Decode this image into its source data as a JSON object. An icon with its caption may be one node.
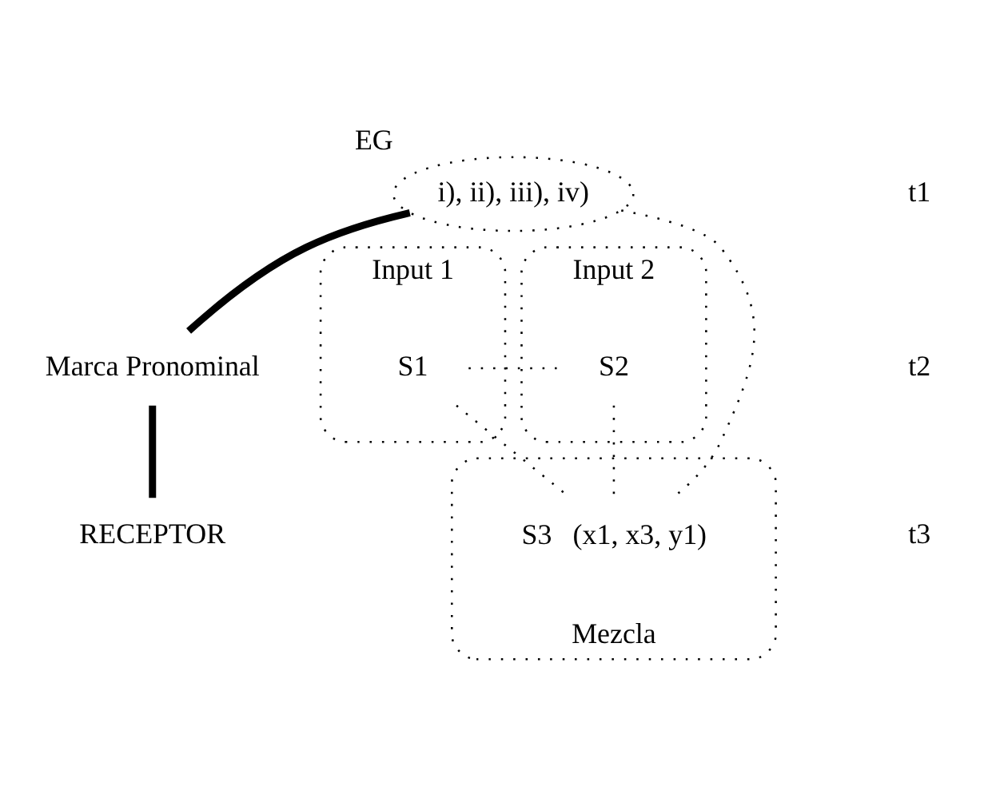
{
  "diagram": {
    "nodes": [
      {
        "text": [
          "i), ii), iii), iv)"
        ],
        "beside": [
          "EG"
        ]
      },
      {
        "text": [
          "Input 1"
        ]
      },
      {
        "text": [
          "S1"
        ],
        "in": 1
      },
      {
        "text": [
          "Input 2"
        ]
      },
      {
        "text": [
          "S2"
        ],
        "in": 3
      },
      {
        "text": [
          "Marca Pronominal"
        ]
      },
      {
        "text": [
          "Mezcla"
        ]
      },
      {
        "text": [
          "S3"
        ],
        "in": 6,
        "beside": [
          "(x1, x3, y1)"
        ]
      },
      {
        "text": [
          "RECEPTOR"
        ]
      }
    ],
    "edges": [
      {
        "from": 0,
        "to": 5,
        "arrow": "none",
        "style": "thick"
      },
      {
        "from": 5,
        "to": 8,
        "arrow": "none",
        "style": "thick"
      },
      {
        "from": 0,
        "to": 7,
        "arrow": "none",
        "style": "dashed"
      },
      {
        "from": 2,
        "to": 4,
        "arrow": "none",
        "style": "dashed"
      },
      {
        "from": 2,
        "to": 7,
        "arrow": "none",
        "style": "dashed"
      },
      {
        "from": 4,
        "to": 7,
        "arrow": "none",
        "style": "dashed"
      }
    ],
    "labels": [
      "t1",
      "t2",
      "t3"
    ]
  }
}
